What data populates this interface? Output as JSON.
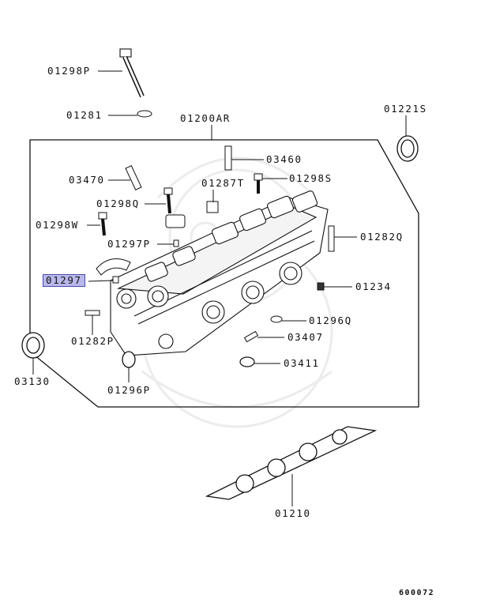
{
  "diagram": {
    "highlight_color": "#b9b8ea",
    "parts": [
      {
        "id": "01298P",
        "label": "01298P"
      },
      {
        "id": "01281",
        "label": "01281"
      },
      {
        "id": "01200AR",
        "label": "01200AR"
      },
      {
        "id": "01221S",
        "label": "01221S"
      },
      {
        "id": "03460",
        "label": "03460"
      },
      {
        "id": "03470",
        "label": "03470"
      },
      {
        "id": "01298S",
        "label": "01298S"
      },
      {
        "id": "01287T",
        "label": "01287T"
      },
      {
        "id": "01298Q",
        "label": "01298Q"
      },
      {
        "id": "01298W",
        "label": "01298W"
      },
      {
        "id": "01282Q",
        "label": "01282Q"
      },
      {
        "id": "01297P",
        "label": "01297P"
      },
      {
        "id": "01297",
        "label": "01297",
        "highlighted": true
      },
      {
        "id": "01234",
        "label": "01234"
      },
      {
        "id": "01296Q",
        "label": "01296Q"
      },
      {
        "id": "03407",
        "label": "03407"
      },
      {
        "id": "01282P",
        "label": "01282P"
      },
      {
        "id": "03411",
        "label": "03411"
      },
      {
        "id": "03130",
        "label": "03130"
      },
      {
        "id": "01296P",
        "label": "01296P"
      },
      {
        "id": "01210",
        "label": "01210"
      }
    ],
    "figure_code": "600072"
  }
}
